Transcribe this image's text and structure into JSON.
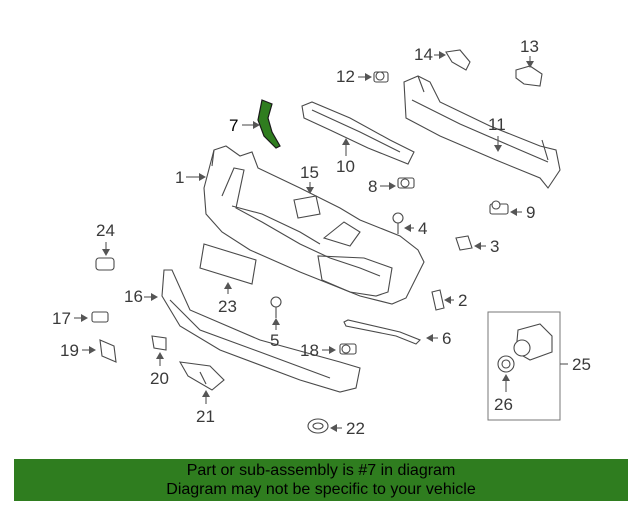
{
  "diagram": {
    "highlight_color": "#2f7d1f",
    "callouts": [
      {
        "id": "1",
        "label": "1"
      },
      {
        "id": "2",
        "label": "2"
      },
      {
        "id": "3",
        "label": "3"
      },
      {
        "id": "4",
        "label": "4"
      },
      {
        "id": "5",
        "label": "5"
      },
      {
        "id": "6",
        "label": "6"
      },
      {
        "id": "7",
        "label": "7"
      },
      {
        "id": "8",
        "label": "8"
      },
      {
        "id": "9",
        "label": "9"
      },
      {
        "id": "10",
        "label": "10"
      },
      {
        "id": "11",
        "label": "11"
      },
      {
        "id": "12",
        "label": "12"
      },
      {
        "id": "13",
        "label": "13"
      },
      {
        "id": "14",
        "label": "14"
      },
      {
        "id": "15",
        "label": "15"
      },
      {
        "id": "16",
        "label": "16"
      },
      {
        "id": "17",
        "label": "17"
      },
      {
        "id": "18",
        "label": "18"
      },
      {
        "id": "19",
        "label": "19"
      },
      {
        "id": "20",
        "label": "20"
      },
      {
        "id": "21",
        "label": "21"
      },
      {
        "id": "22",
        "label": "22"
      },
      {
        "id": "23",
        "label": "23"
      },
      {
        "id": "24",
        "label": "24"
      },
      {
        "id": "25",
        "label": "25"
      },
      {
        "id": "26",
        "label": "26"
      }
    ]
  },
  "footer": {
    "line1": "Part or sub-assembly is #7 in diagram",
    "line2": "Diagram may not be specific to your vehicle",
    "background": "#2f7d1f"
  }
}
